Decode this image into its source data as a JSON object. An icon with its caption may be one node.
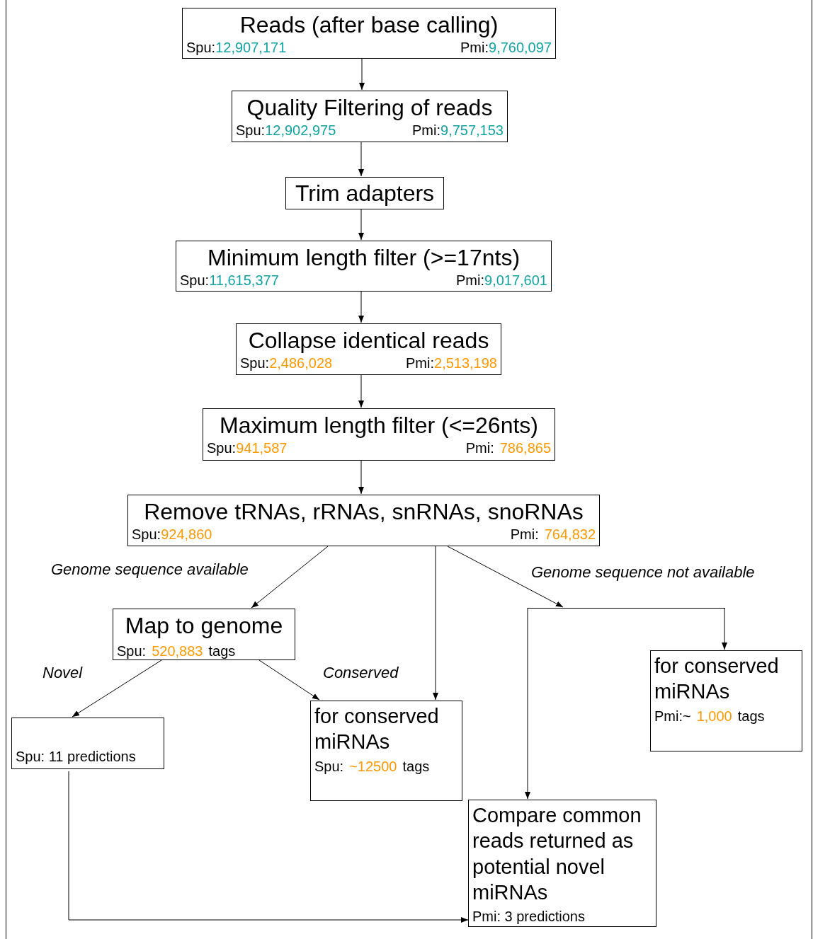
{
  "diagram": {
    "nodes": [
      {
        "text": [
          "Reads (after base calling)",
          "Spu:",
          "12,907,171",
          "Pmi:",
          "9,760,097"
        ]
      },
      {
        "text": [
          "Quality Filtering of reads",
          "Spu:",
          "12,902,975",
          "Pmi:",
          "9,757,153"
        ]
      },
      {
        "text": [
          "Trim adapters"
        ]
      },
      {
        "text": [
          "Minimum length filter (>=17nts)",
          "Spu:",
          "11,615,377",
          "Pmi:",
          "9,017,601"
        ]
      },
      {
        "text": [
          "Collapse identical reads",
          "Spu:",
          "2,486,028",
          "Pmi:",
          "2,513,198"
        ]
      },
      {
        "text": [
          "Maximum length filter (<=26nts)",
          "Spu:",
          "941,587",
          "Pmi:",
          "786,865"
        ]
      },
      {
        "text": [
          "Remove tRNAs, rRNAs, snRNAs, snoRNAs",
          "Spu:",
          "924,860",
          "Pmi:",
          "764,832"
        ]
      },
      {
        "text": [
          "Map to genome",
          "Spu:",
          "520,883",
          "tags"
        ]
      },
      {
        "text": [
          "Spu: 11 predictions"
        ]
      },
      {
        "text": [
          "for conserved miRNAs",
          "Spu:",
          "~12500",
          "tags"
        ]
      },
      {
        "text": [],
        "shape": "bar"
      },
      {
        "text": [
          "for conserved miRNAs",
          "Pmi:~",
          "1,000",
          "tags"
        ]
      },
      {
        "text": [
          "Compare common reads returned as potential novel miRNAs",
          "Pmi: 3 predictions"
        ]
      }
    ],
    "edges": [
      {
        "from": 0,
        "to": 1,
        "arrow": "to"
      },
      {
        "from": 1,
        "to": 2,
        "arrow": "to"
      },
      {
        "from": 2,
        "to": 3,
        "arrow": "to"
      },
      {
        "from": 3,
        "to": 4,
        "arrow": "to"
      },
      {
        "from": 4,
        "to": 5,
        "arrow": "to"
      },
      {
        "from": 5,
        "to": 6,
        "arrow": "to"
      },
      {
        "from": 6,
        "to": 7,
        "arrow": "to",
        "label": "Genome sequence available"
      },
      {
        "from": 6,
        "to": 9,
        "arrow": "to"
      },
      {
        "from": 6,
        "to": 10,
        "arrow": "to",
        "label": "Genome sequence not available"
      },
      {
        "from": 7,
        "to": 8,
        "arrow": "to",
        "label": "Novel"
      },
      {
        "from": 7,
        "to": 9,
        "arrow": "to",
        "label": "Conserved"
      },
      {
        "from": 10,
        "to": 11,
        "arrow": "to"
      },
      {
        "from": 10,
        "to": 12,
        "arrow": "to"
      },
      {
        "from": 8,
        "to": 12,
        "arrow": "to"
      }
    ]
  }
}
